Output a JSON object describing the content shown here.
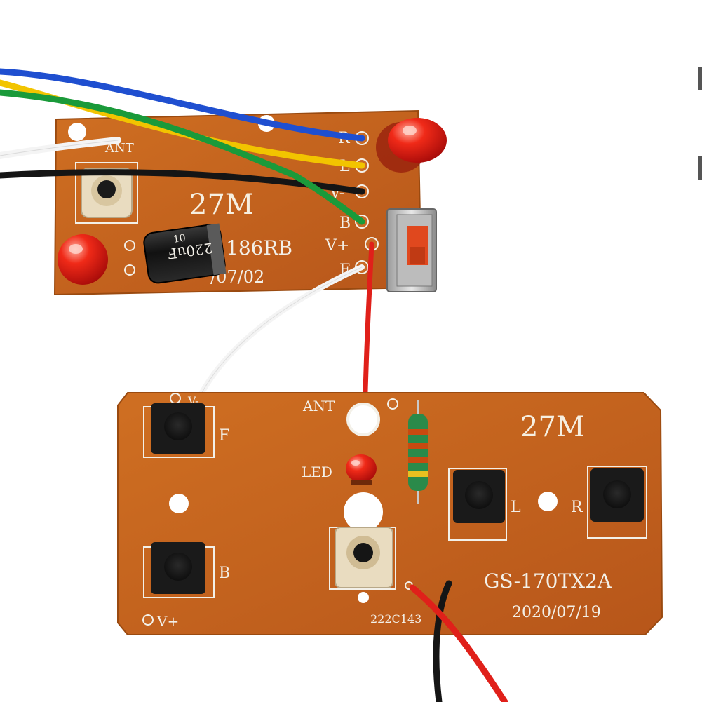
{
  "receiver_board": {
    "label_ant": "ANT",
    "label_freq": "27M",
    "label_model": "186RB",
    "label_date": "/07/02",
    "capacitor_text": "220uF",
    "capacitor_volt": "10",
    "pad_labels": [
      "R",
      "L",
      "V-",
      "B",
      "V+",
      "F"
    ]
  },
  "transmitter_board": {
    "label_v_minus": "V-",
    "label_ant": "ANT",
    "label_freq": "27M",
    "label_led": "LED",
    "label_f": "F",
    "label_b": "B",
    "label_l": "L",
    "label_r": "R",
    "label_v_plus": "V+",
    "label_model": "GS-170TX2A",
    "label_date": "2020/07/19",
    "label_code": "222C143"
  },
  "colors": {
    "pcb": "#c2631a",
    "pcb_dark": "#a84f12",
    "silkscreen": "#f3f0e8",
    "wire_blue": "#1f4fd0",
    "wire_yellow": "#f2c400",
    "wire_green": "#1a9a3a",
    "wire_red": "#e0201a",
    "wire_black": "#151515",
    "wire_white": "#f4f4f4",
    "led_red": "#e01810"
  }
}
